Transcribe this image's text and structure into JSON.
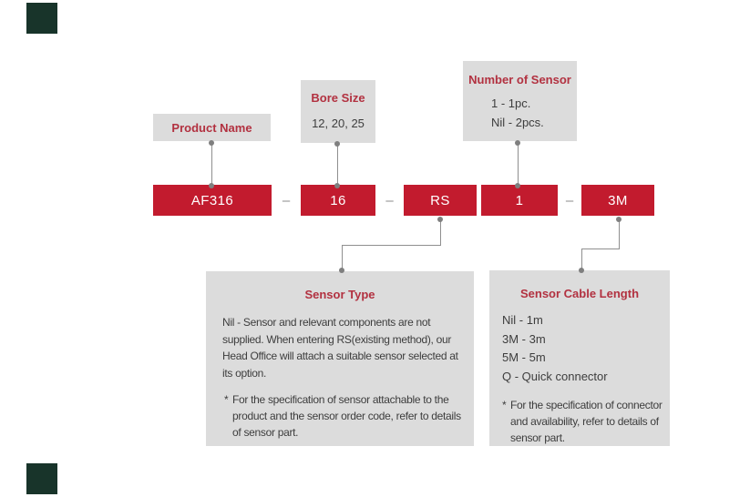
{
  "colors": {
    "accent_red": "#c21b2e",
    "title_red": "#b23140",
    "panel_gray": "#dcdcdc",
    "body_text": "#3d3d3d",
    "connector_gray": "#8f8f8f",
    "corner_green": "#18342a"
  },
  "code_row": {
    "separator": "–",
    "segments": [
      {
        "id": "product",
        "label": "AF316"
      },
      {
        "id": "bore",
        "label": "16"
      },
      {
        "id": "sensor_type",
        "label": "RS"
      },
      {
        "id": "sensor_count",
        "label": "1"
      },
      {
        "id": "cable_length",
        "label": "3M"
      }
    ]
  },
  "callouts": {
    "product_name": {
      "title": "Product Name"
    },
    "bore_size": {
      "title": "Bore Size",
      "value": "12, 20, 25"
    },
    "number_of_sensor": {
      "title": "Number of Sensor",
      "options": [
        "1 - 1pc.",
        "Nil - 2pcs."
      ]
    },
    "sensor_type": {
      "title": "Sensor Type",
      "description": "Nil - Sensor and relevant components are not supplied. When entering RS(existing method), our Head Office will attach a suitable sensor selected at its option.",
      "note_marker": "*",
      "note": "For the specification of sensor attachable to the product and the sensor order code, refer to details of sensor part."
    },
    "sensor_cable_length": {
      "title": "Sensor Cable Length",
      "options": [
        "Nil - 1m",
        "3M - 3m",
        "5M - 5m",
        "Q - Quick connector"
      ],
      "note_marker": "*",
      "note": "For the specification of connector and availability, refer to details of sensor part."
    }
  }
}
